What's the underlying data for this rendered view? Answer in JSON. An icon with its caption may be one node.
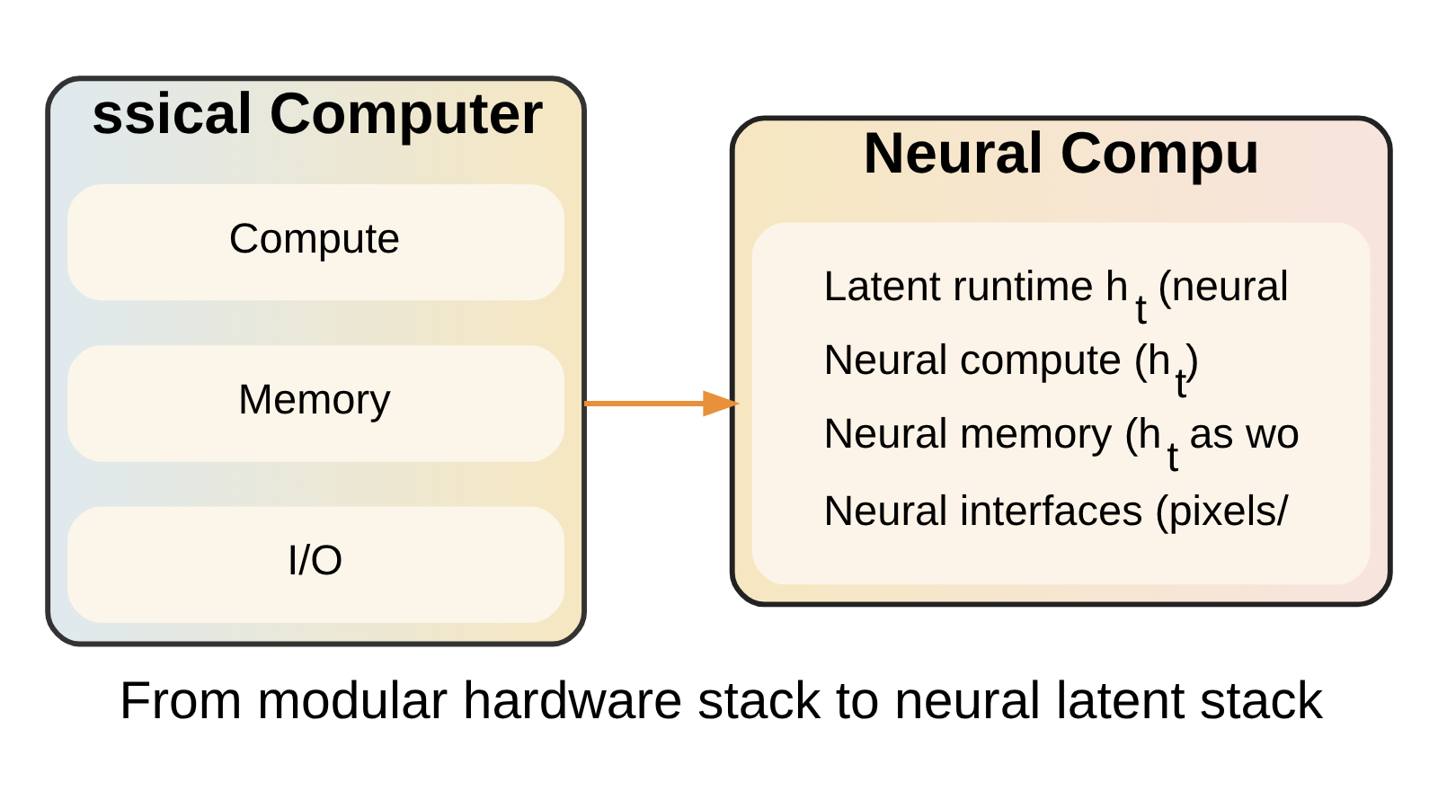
{
  "diagram": {
    "caption": "From modular hardware stack to neural latent stack",
    "nodes": [
      {
        "text": [
          "ssical Computer"
        ]
      },
      {
        "text": [
          "Compute"
        ],
        "in": 0
      },
      {
        "text": [
          "Memory"
        ],
        "in": 0
      },
      {
        "text": [
          "I/O"
        ],
        "in": 0
      },
      {
        "text": [
          "Neural Compu"
        ]
      },
      {
        "text": [
          "Latent runtime h$_{t}$ (neural",
          "Neural compute (h$_{t}$)",
          "Neural memory (h$_{t}$ as wo",
          "Neural interfaces (pixels/"
        ],
        "in": 4
      }
    ],
    "edges": [
      {
        "from": 0,
        "to": 4,
        "arrow": "to",
        "color": "#e8913a"
      }
    ]
  }
}
